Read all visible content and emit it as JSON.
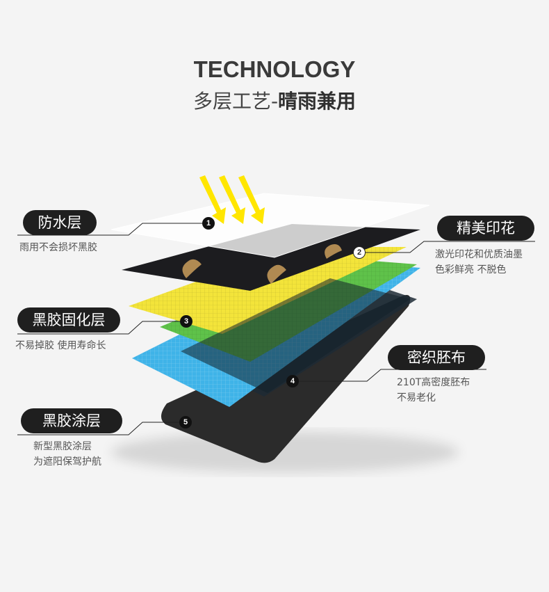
{
  "heading": {
    "title_en": "TECHNOLOGY",
    "title_cn_regular": "多层工艺-",
    "title_cn_bold": "晴雨兼用"
  },
  "layers": [
    {
      "number": "1",
      "label": "防水层",
      "desc_lines": [
        "雨用不会损坏黑胶"
      ]
    },
    {
      "number": "2",
      "label": "精美印花",
      "desc_lines": [
        "激光印花和优质油墨",
        "色彩鲜亮  不脱色"
      ]
    },
    {
      "number": "3",
      "label": "黑胶固化层",
      "desc_lines": [
        "不易掉胶  使用寿命长"
      ]
    },
    {
      "number": "4",
      "label": "密织胚布",
      "desc_lines": [
        "210T高密度胚布",
        "不易老化"
      ]
    },
    {
      "number": "5",
      "label": "黑胶涂层",
      "desc_lines": [
        "新型黑胶涂层",
        "为遮阳保驾护航"
      ]
    }
  ],
  "colors": {
    "pill_bg": "#1f1f1f",
    "sun_arrow": "#ffe600",
    "print_layer": "#1c1c1f",
    "yellow_layer": "#f3e43a",
    "green_layer": "#5fc24a",
    "blue_layer": "#3fb3e8",
    "black_coating": "#2a2a2a"
  }
}
